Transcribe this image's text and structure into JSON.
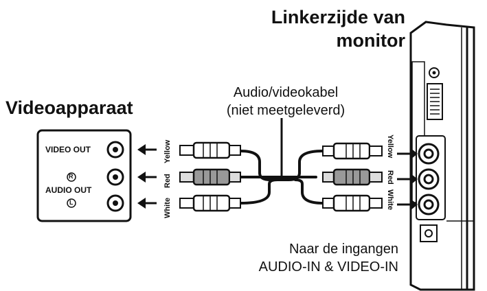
{
  "headings": {
    "monitor_line1": "Linkerzijde van",
    "monitor_line2": "monitor",
    "device": "Videoapparaat"
  },
  "cable": {
    "line1": "Audio/videokabel",
    "line2": "(niet meetgeleverd)"
  },
  "inputs_note": {
    "line1": "Naar de ingangen",
    "line2": "AUDIO-IN & VIDEO-IN"
  },
  "device_panel": {
    "video_out": "VIDEO OUT",
    "audio_out": "AUDIO OUT",
    "right_mark": "R",
    "left_mark": "L"
  },
  "plug_colors": {
    "left_side": [
      "Yellow",
      "Red",
      "White"
    ],
    "right_side": [
      "Yellow",
      "Red",
      "White"
    ]
  },
  "icons": [
    "arrow-left-icon",
    "arrow-right-icon",
    "rca-plug-icon",
    "rca-jack-icon"
  ]
}
